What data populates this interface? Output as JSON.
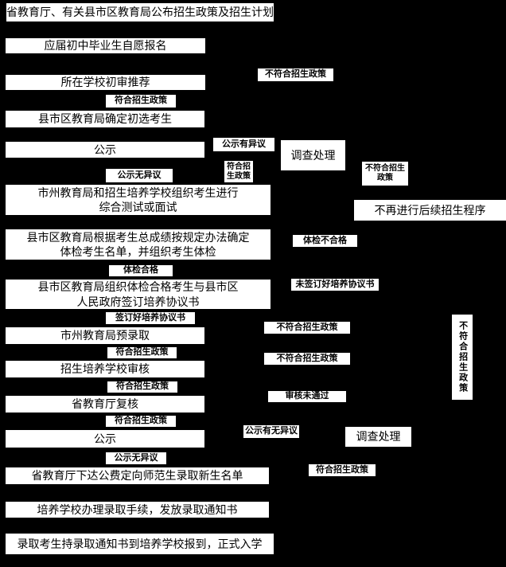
{
  "flow": {
    "background_color": "#000000",
    "node_bg_color": "#ffffff",
    "node_text_color": "#000000",
    "nodes": [
      {
        "text": "省教育厅、有关县市区教育局公布招生政策及招生计划"
      },
      {
        "text": "应届初中毕业生自愿报名"
      },
      {
        "text": "所在学校初审推荐"
      },
      {
        "text": "县市区教育局确定初选考生"
      },
      {
        "text": "公示"
      },
      {
        "text": "调查处理"
      },
      {
        "text": "市州教育局和招生培养学校组织考生进行\n综合测试或面试"
      },
      {
        "text": "不再进行后续招生程序"
      },
      {
        "text": "县市区教育局根据考生总成绩按规定办法确定\n体检考生名单，并组织考生体检"
      },
      {
        "text": "县市区教育局组织体检合格考生与县市区\n人民政府签订培养协议书"
      },
      {
        "text": "市州教育局预录取"
      },
      {
        "text": "招生培养学校审核"
      },
      {
        "text": "省教育厅复核"
      },
      {
        "text": "公示"
      },
      {
        "text": "调查处理"
      },
      {
        "text": "省教育厅下达公费定向师范生录取新生名单"
      },
      {
        "text": "培养学校办理录取手续，发放录取通知书"
      },
      {
        "text": "录取考生持录取通知书到培养学校报到，正式入学"
      }
    ],
    "labels": [
      {
        "text": "不符合招生政策"
      },
      {
        "text": "符合招生政策"
      },
      {
        "text": "公示有异议"
      },
      {
        "text": "符合招\n生政策"
      },
      {
        "text": "公示无异议"
      },
      {
        "text": "不符合招生\n政策"
      },
      {
        "text": "体检不合格"
      },
      {
        "text": "体检合格"
      },
      {
        "text": "未签订好培养协议书"
      },
      {
        "text": "签订好培养协议书"
      },
      {
        "text": "不符合招生政策"
      },
      {
        "text": "符合招生政策"
      },
      {
        "text": "不符合招生政策"
      },
      {
        "text": "符合招生政策"
      },
      {
        "text": "审核未通过"
      },
      {
        "text": "符合招生政策"
      },
      {
        "text": "公示有无异议"
      },
      {
        "text": "公示无异议"
      },
      {
        "text": "符合招生政策"
      },
      {
        "text": "不符合招生政策"
      }
    ]
  }
}
